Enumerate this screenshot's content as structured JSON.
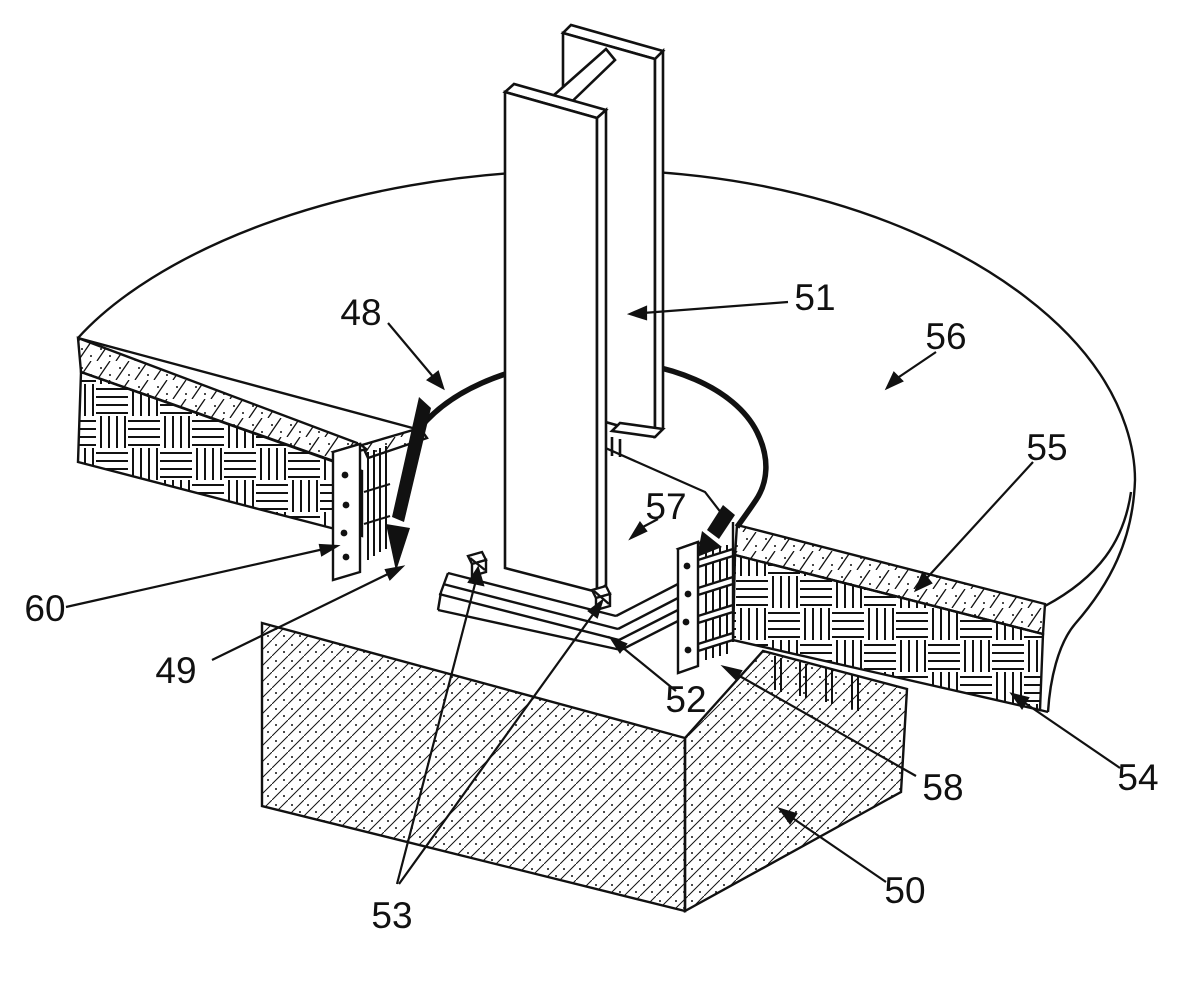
{
  "figure": {
    "background": "#ffffff",
    "line_color": "#111111",
    "reference_labels": [
      {
        "id": "48",
        "text": "48",
        "part": "slab-opening-edge"
      },
      {
        "id": "49",
        "text": "49",
        "part": "left-slot-insert-arrow"
      },
      {
        "id": "50",
        "text": "50",
        "part": "foundation-block"
      },
      {
        "id": "51",
        "text": "51",
        "part": "i-beam-column"
      },
      {
        "id": "52",
        "text": "52",
        "part": "base-plate"
      },
      {
        "id": "53",
        "text": "53",
        "part": "anchor-bolts"
      },
      {
        "id": "54",
        "text": "54",
        "part": "slab-lower-layer"
      },
      {
        "id": "55",
        "text": "55",
        "part": "slab-top-layer"
      },
      {
        "id": "56",
        "text": "56",
        "part": "slab-top-surface"
      },
      {
        "id": "57",
        "text": "57",
        "part": "upper-plate"
      },
      {
        "id": "58",
        "text": "58",
        "part": "right-bracket"
      },
      {
        "id": "60",
        "text": "60",
        "part": "left-bracket"
      }
    ]
  }
}
